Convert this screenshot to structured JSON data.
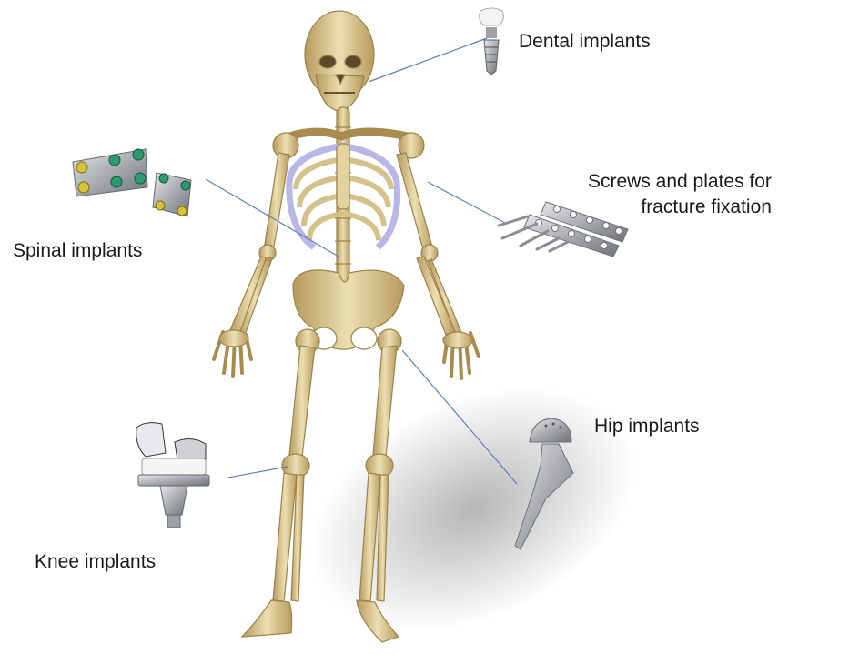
{
  "labels": {
    "dental": "Dental implants",
    "spinal": "Spinal implants",
    "screws_line1": "Screws and plates for",
    "screws_line2": "fracture fixation",
    "hip": "Hip implants",
    "knee": "Knee implants"
  },
  "colors": {
    "bone": "#d9c690",
    "bone_dark": "#a88c4f",
    "bone_light": "#ece0b6",
    "cartilage": "#b9b7e6",
    "leader_line": "#5b7fb8",
    "metal": "#b4b6ba",
    "metal_dark": "#7d8086",
    "green_accent": "#2e9a6f",
    "yellow_accent": "#d8c23a"
  }
}
